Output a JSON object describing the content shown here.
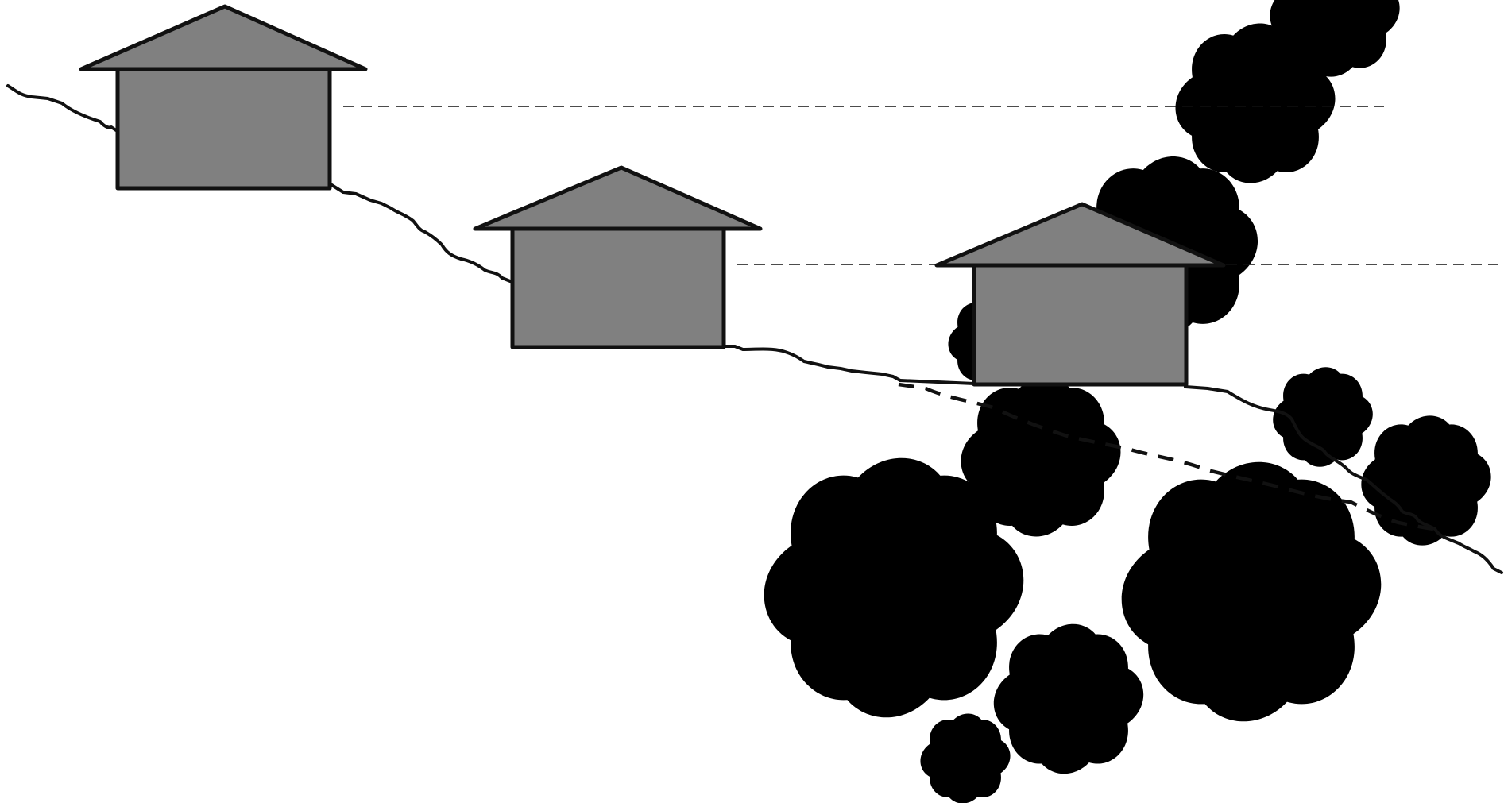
{
  "diagram": {
    "subject": "hillside-houses-section",
    "colors": {
      "house_fill": "#808080",
      "outline": "#111111",
      "ornament": "#c8c8c8",
      "background": "#ffffff"
    },
    "houses": [
      {
        "id": "house-1"
      },
      {
        "id": "house-2"
      },
      {
        "id": "house-3"
      }
    ],
    "level_lines": [
      {
        "id": "level-line-1"
      },
      {
        "id": "level-line-2"
      }
    ]
  }
}
